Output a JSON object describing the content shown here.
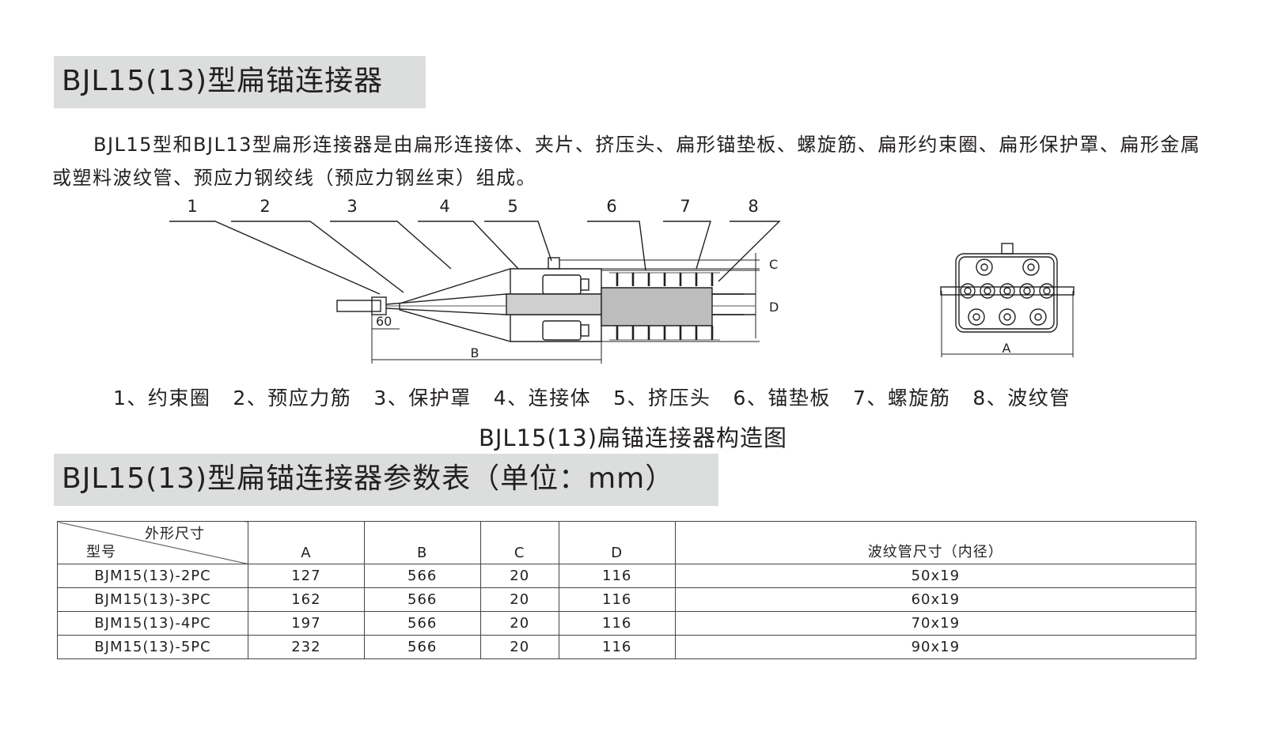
{
  "title1": "BJL15(13)型扁锚连接器",
  "intro": "BJL15型和BJL13型扁形连接器是由扁形连接体、夹片、挤压头、扁形锚垫板、螺旋筋、扁形约束圈、扁形保护罩、扁形金属或塑料波纹管、预应力钢绞线（预应力钢丝束）组成。",
  "diagram": {
    "callouts": [
      "1",
      "2",
      "3",
      "4",
      "5",
      "6",
      "7",
      "8"
    ],
    "dim_60": "60",
    "dim_B": "B",
    "dim_C": "C",
    "dim_D": "D",
    "dim_A": "A"
  },
  "legend": [
    "1、约束圈",
    "2、预应力筋",
    "3、保护罩",
    "4、连接体",
    "5、挤压头",
    "6、锚垫板",
    "7、螺旋筋",
    "8、波纹管"
  ],
  "caption": "BJL15(13)扁锚连接器构造图",
  "title2": "BJL15(13)型扁锚连接器参数表（单位：mm）",
  "table": {
    "corner_top": "外形尺寸",
    "corner_bottom": "型号",
    "headers": [
      "A",
      "B",
      "C",
      "D",
      "波纹管尺寸（内径）"
    ],
    "rows": [
      [
        "BJM15(13)-2PC",
        "127",
        "566",
        "20",
        "116",
        "50x19"
      ],
      [
        "BJM15(13)-3PC",
        "162",
        "566",
        "20",
        "116",
        "60x19"
      ],
      [
        "BJM15(13)-4PC",
        "197",
        "566",
        "20",
        "116",
        "70x19"
      ],
      [
        "BJM15(13)-5PC",
        "232",
        "566",
        "20",
        "116",
        "90x19"
      ]
    ]
  }
}
